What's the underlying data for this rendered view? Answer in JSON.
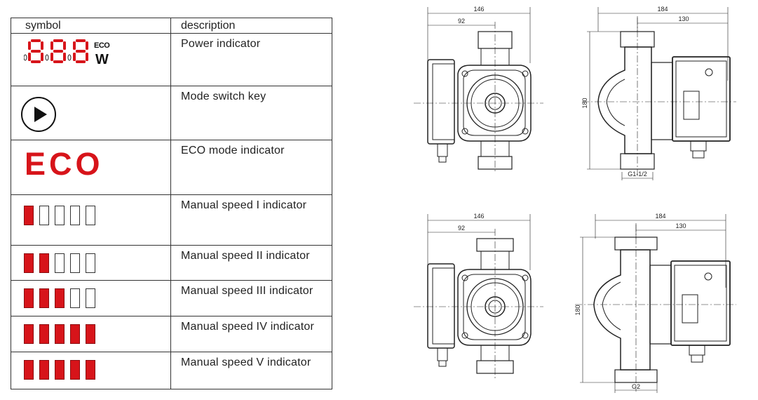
{
  "table": {
    "headers": [
      "symbol",
      "description"
    ],
    "rows": [
      {
        "description": "Power indicator",
        "symbol_type": "power",
        "eco_label": "ECO",
        "unit_label": "W",
        "digits": "888",
        "color": "#d7141a"
      },
      {
        "description": "Mode switch key",
        "symbol_type": "play-icon"
      },
      {
        "description": "ECO mode indicator",
        "symbol_type": "eco",
        "eco_text": "ECO",
        "color": "#d7141a"
      },
      {
        "description": "Manual speed I indicator",
        "symbol_type": "bars",
        "lit": 1,
        "total": 5
      },
      {
        "description": "Manual speed II indicator",
        "symbol_type": "bars",
        "lit": 2,
        "total": 5
      },
      {
        "description": "Manual speed III indicator",
        "symbol_type": "bars",
        "lit": 3,
        "total": 5
      },
      {
        "description": "Manual speed IV indicator",
        "symbol_type": "bars",
        "lit": 5,
        "total": 5
      },
      {
        "description": "Manual speed V indicator",
        "symbol_type": "bars",
        "lit": 5,
        "total": 5
      }
    ]
  },
  "drawings": {
    "top_front": {
      "width_total": "146",
      "width_half": "92"
    },
    "top_side": {
      "width_total": "184",
      "width_half": "130",
      "height": "180",
      "thread": "G1-1/2"
    },
    "bottom_front": {
      "width_total": "146",
      "width_half": "92"
    },
    "bottom_side": {
      "width_total": "184",
      "width_half": "130",
      "height": "180",
      "thread": "G2"
    }
  }
}
